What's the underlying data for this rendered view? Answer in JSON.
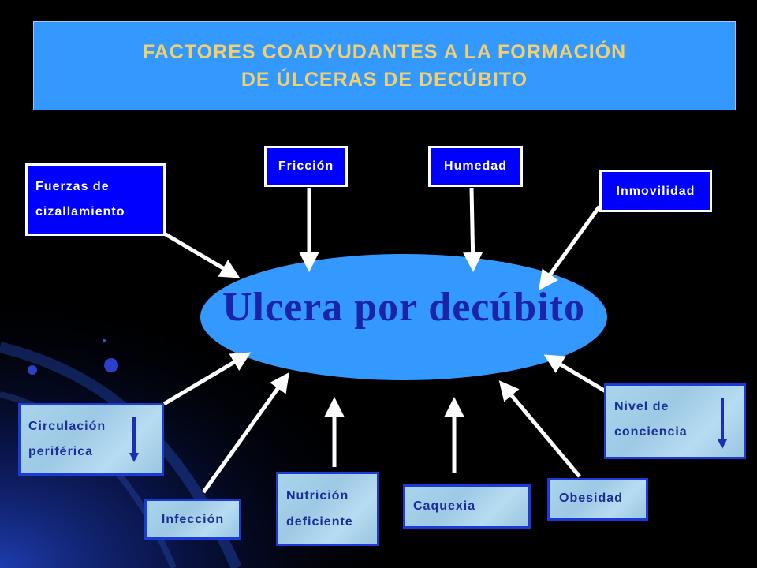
{
  "title": {
    "line1": "FACTORES COADYUDANTES A LA FORMACIÓN",
    "line2": "DE ÚLCERAS DE DECÚBITO"
  },
  "center": "Ulcera por decúbito",
  "top_factors": {
    "fuerzas_line1": "Fuerzas de",
    "fuerzas_line2": "cizallamiento",
    "friccion": "Fricción",
    "humedad": "Humedad",
    "inmovilidad": "Inmovilidad"
  },
  "bottom_factors": {
    "circulacion_line1": "Circulación",
    "circulacion_line2": "periférica",
    "infeccion": "Infección",
    "nutricion_line1": "Nutrición",
    "nutricion_line2": "deficiente",
    "caquexia": "Caquexia",
    "obesidad": "Obesidad",
    "nivel_line1": "Nivel de",
    "nivel_line2": "conciencia"
  },
  "colors": {
    "background": "#000000",
    "title_box": "#3399ff",
    "title_text": "#f0d070",
    "ellipse": "#3399ff",
    "center_text": "#1a24a8",
    "top_box": "#0000ff",
    "bottom_box": "#a9d4ec"
  }
}
